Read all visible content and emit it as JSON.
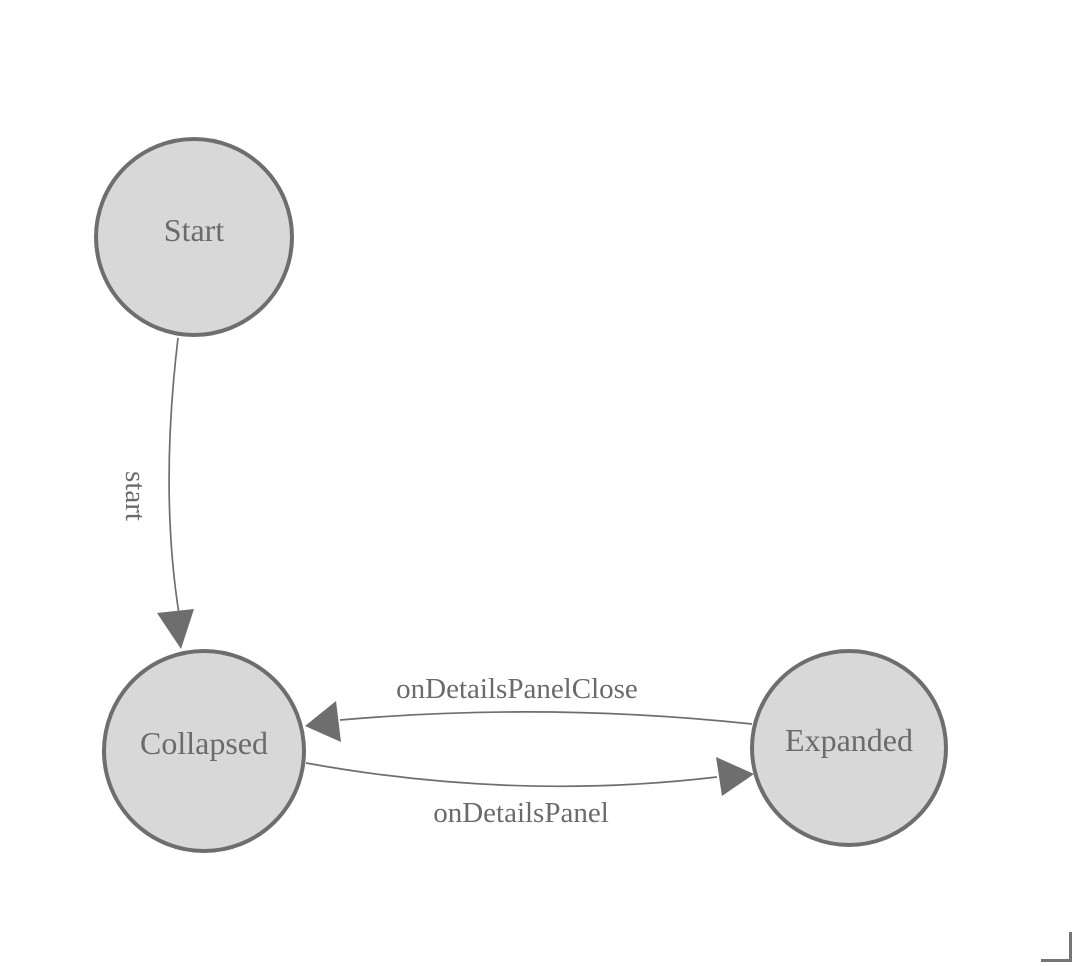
{
  "diagram": {
    "type": "state-diagram",
    "nodes": [
      {
        "label": "Start"
      },
      {
        "label": "Collapsed"
      },
      {
        "label": "Expanded"
      }
    ],
    "edges": [
      {
        "from": "Start",
        "to": "Collapsed",
        "label": "start"
      },
      {
        "from": "Expanded",
        "to": "Collapsed",
        "label": "onDetailsPanelClose"
      },
      {
        "from": "Collapsed",
        "to": "Expanded",
        "label": "onDetailsPanel"
      }
    ],
    "colors": {
      "background": "#ffffff",
      "node_fill": "#d8d8d8",
      "node_stroke": "#6e6e6e",
      "edge_stroke": "#6e6e6e",
      "label_text": "#6b6b6b",
      "corner_stroke": "#757575"
    }
  }
}
